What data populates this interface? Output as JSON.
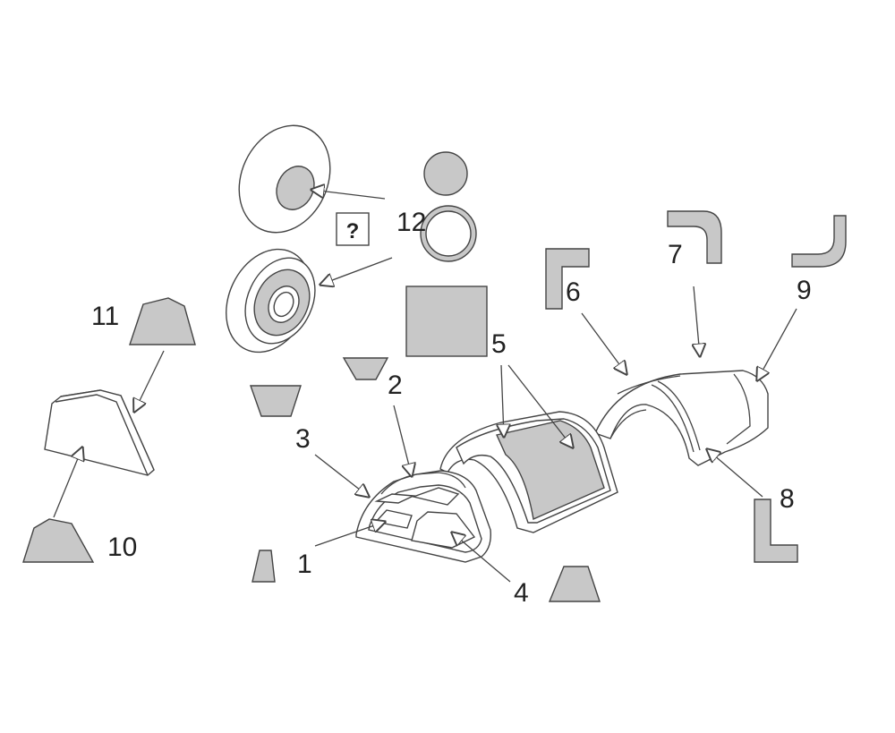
{
  "labels": {
    "n1": "1",
    "n2": "2",
    "n3": "3",
    "n4": "4",
    "n5": "5",
    "n6": "6",
    "n7": "7",
    "n8": "8",
    "n9": "9",
    "n10": "10",
    "n11": "11",
    "n12": "12"
  },
  "unknown_mark": "?",
  "colors": {
    "mask_fill": "#c8c8c8",
    "outline": "#444444",
    "background": "#ffffff"
  }
}
